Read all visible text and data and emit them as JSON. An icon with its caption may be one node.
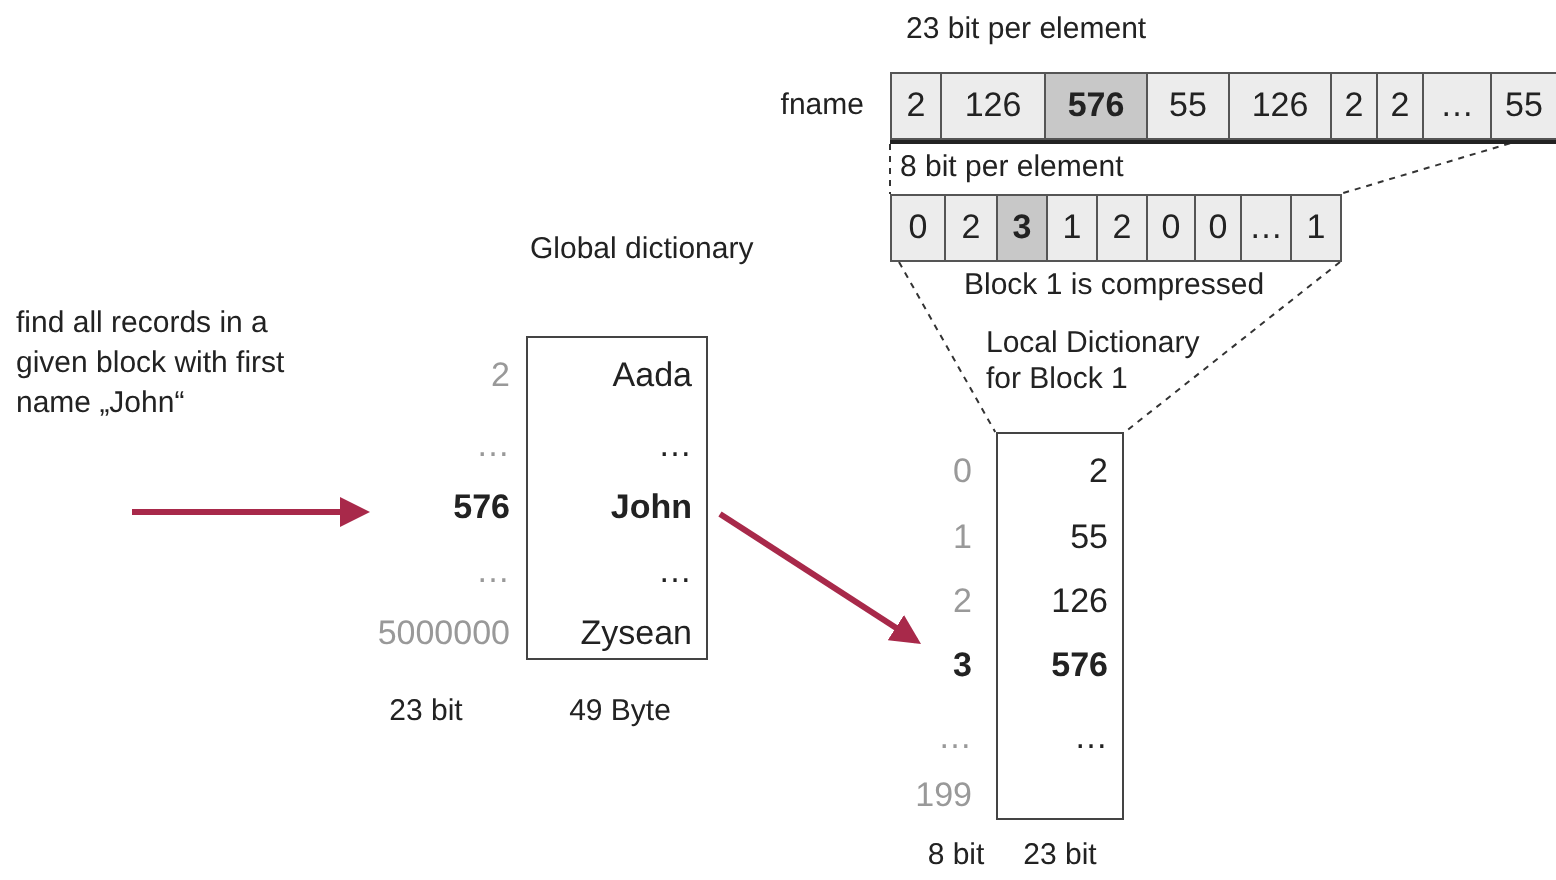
{
  "diagram": {
    "nodes": [
      {
        "text": [
          "2",
          "126",
          "576",
          "55",
          "126",
          "2",
          "2",
          "…",
          "55"
        ],
        "beside": [
          "23 bit per element",
          "fname"
        ]
      },
      {
        "text": [
          "0",
          "2",
          "3",
          "1",
          "2",
          "0",
          "0",
          "…",
          "1"
        ],
        "beside": [
          "8 bit per element",
          "Block 1 is compressed"
        ]
      },
      {
        "text": [
          "find all records in a given block with first name „John“"
        ]
      },
      {
        "text": [
          "Global dictionary",
          "Aada",
          "…",
          "John",
          "…",
          "Zysean"
        ],
        "beside": [
          "2",
          "…",
          "576",
          "…",
          "5000000",
          "23 bit",
          "49 Byte"
        ]
      },
      {
        "text": [
          "Local Dictionary for Block 1",
          "2",
          "55",
          "126",
          "576",
          "…"
        ],
        "beside": [
          "0",
          "1",
          "2",
          "3",
          "…",
          "199",
          "8 bit",
          "23 bit"
        ]
      }
    ],
    "edges": [
      {
        "from": 0,
        "to": 1,
        "arrow": "none",
        "style": "dashed"
      },
      {
        "from": 0,
        "to": 1,
        "arrow": "none",
        "style": "dashed"
      },
      {
        "from": 1,
        "to": 4,
        "arrow": "none",
        "style": "dashed"
      },
      {
        "from": 1,
        "to": 4,
        "arrow": "none",
        "style": "dashed"
      },
      {
        "from": null,
        "to": 3,
        "arrow": "to",
        "color": "#a8294a",
        "style": "thick"
      },
      {
        "from": 3,
        "to": 4,
        "arrow": "to",
        "color": "#a8294a",
        "style": "thick"
      }
    ]
  }
}
